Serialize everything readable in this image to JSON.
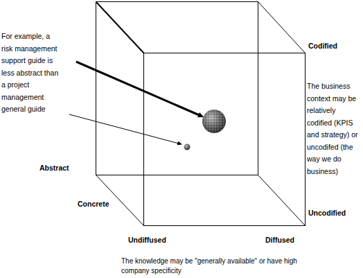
{
  "diagram": {
    "labels": [
      "For example, a risk management support guide is less abstract than a project management general guide",
      "Codified",
      "The business context may be relatively codified (KPIS and strategy) or uncodifed (the way we do business)",
      "Uncodified",
      "Abstract",
      "Concrete",
      "Undiffused",
      "Diffused",
      "The knowledge may be \"generally available\" or have high company specificity"
    ]
  }
}
